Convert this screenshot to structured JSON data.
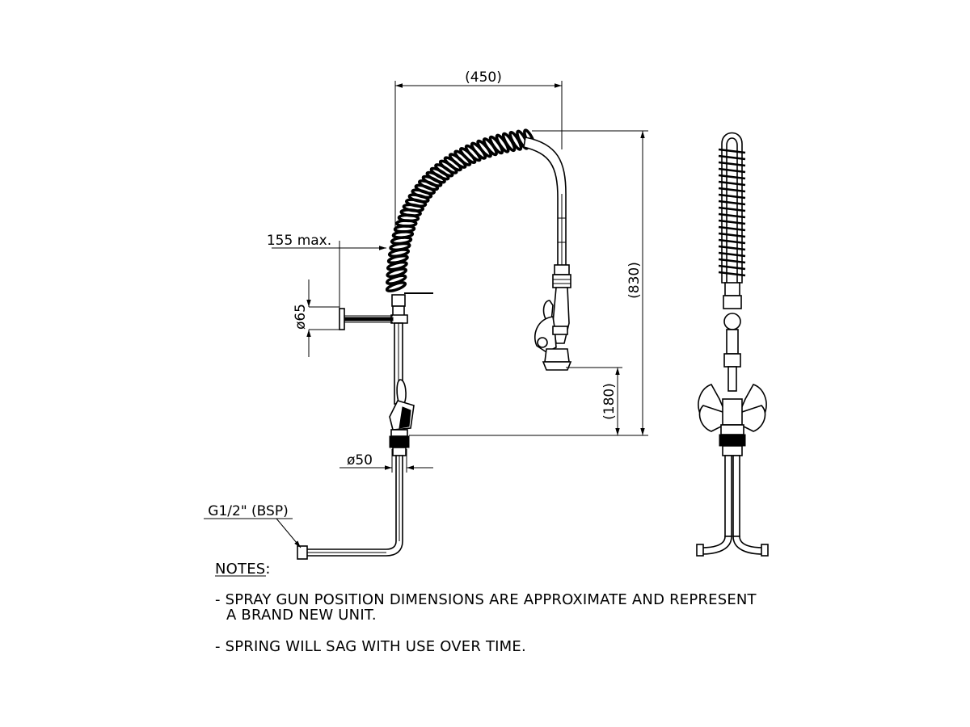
{
  "dimensions": {
    "width": "(450)",
    "height": "(830)",
    "spray_height": "(180)",
    "reach": "155 max.",
    "bracket_dia": "ø65",
    "base_dia": "ø50",
    "inlet": "G1/2\" (BSP)"
  },
  "notes": {
    "heading": "NOTES:",
    "line1a": "- SPRAY GUN POSITION DIMENSIONS ARE APPROXIMATE AND REPRESENT",
    "line1b": "A BRAND NEW UNIT.",
    "line2": "- SPRING WILL SAG WITH USE OVER TIME."
  }
}
